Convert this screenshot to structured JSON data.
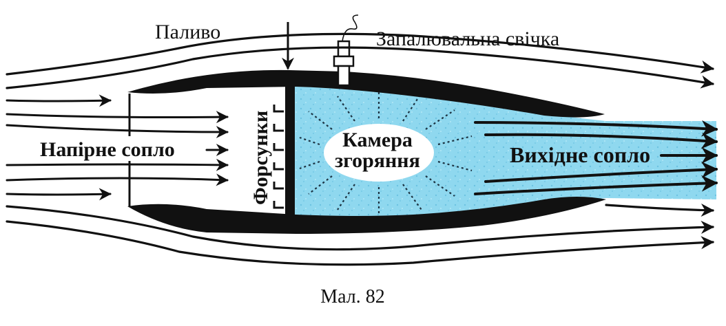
{
  "labels": {
    "fuel": "Паливо",
    "spark_plug": "Запалювальна свічка",
    "intake_nozzle": "Напірне сопло",
    "injectors": "Форсунки",
    "combustion_chamber_line1": "Камера",
    "combustion_chamber_line2": "згоряння",
    "exhaust_nozzle": "Вихідне сопло"
  },
  "caption": "Мал. 82",
  "colors": {
    "hot_gas": "#8fd8ef",
    "engine_body": "#111111",
    "background": "#ffffff"
  }
}
